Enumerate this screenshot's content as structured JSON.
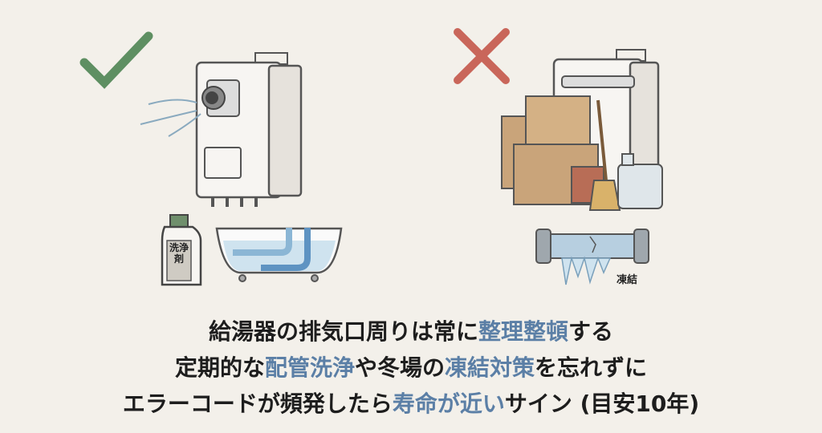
{
  "illustration": {
    "good_label": "洗浄剤",
    "bad_label": "凍結",
    "colors": {
      "check": "#5e8f62",
      "cross": "#c9665a",
      "highlight": "#5b7fa6",
      "background": "#f3f0ea"
    }
  },
  "caption": {
    "line1": [
      {
        "t": "給湯器の排気口周りは常に"
      },
      {
        "t": "整理整頓",
        "hl": true
      },
      {
        "t": "する"
      }
    ],
    "line2": [
      {
        "t": "定期的な"
      },
      {
        "t": "配管洗浄",
        "hl": true
      },
      {
        "t": "や冬場の"
      },
      {
        "t": "凍結対策",
        "hl": true
      },
      {
        "t": "を忘れずに"
      }
    ],
    "line3": [
      {
        "t": "エラーコードが頻発したら"
      },
      {
        "t": "寿命が近い",
        "hl": true
      },
      {
        "t": "サイン (目安10年)"
      }
    ]
  }
}
